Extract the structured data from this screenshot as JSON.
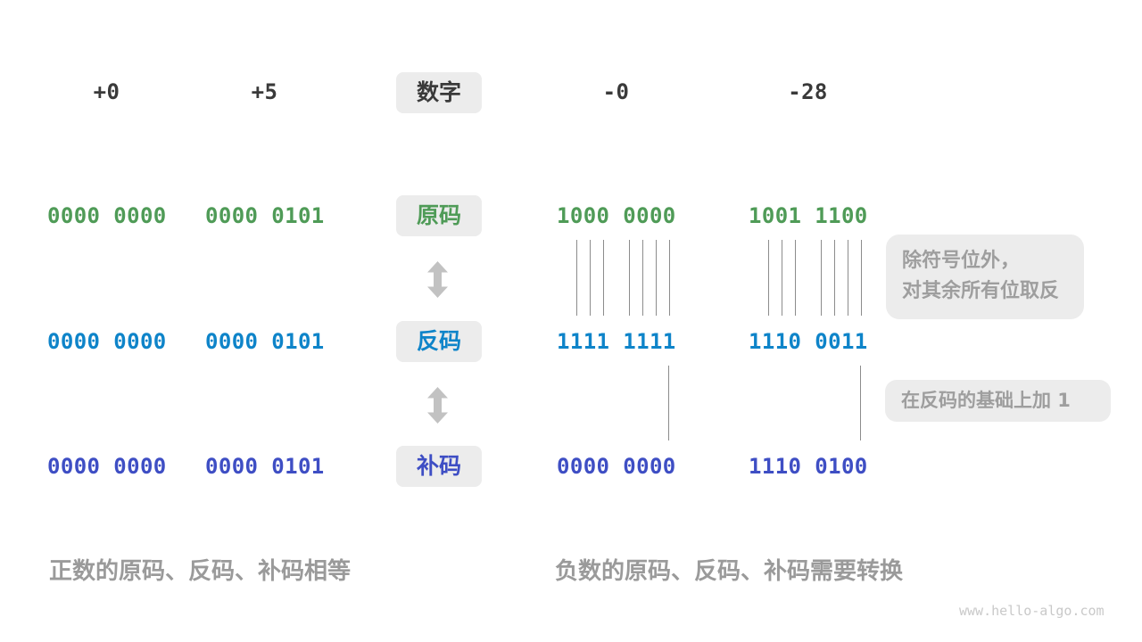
{
  "colors": {
    "sign_magnitude_green": "#4F9B57",
    "ones_complement_blue": "#0E84C9",
    "twos_complement_indigo": "#3E4EC4",
    "number_dark": "#3A3A3A",
    "note_text_gray": "#9E9E9E",
    "label_box_bg": "#ECECEC",
    "arrow_gray": "#C2C2C2",
    "bit_line_gray": "#8C8C8C",
    "watermark_gray": "#C9C9C9"
  },
  "header": {
    "numbers": [
      "+0",
      "+5",
      "-0",
      "-28"
    ],
    "label": "数字"
  },
  "rows": [
    {
      "label": "原码",
      "values": [
        "0000 0000",
        "0000 0101",
        "1000 0000",
        "1001 1100"
      ]
    },
    {
      "label": "反码",
      "values": [
        "0000 0000",
        "0000 0101",
        "1111 1111",
        "1110 0011"
      ]
    },
    {
      "label": "补码",
      "values": [
        "0000 0000",
        "0000 0101",
        "0000 0000",
        "1110 0100"
      ]
    }
  ],
  "annotations": {
    "invert_line1": "除符号位外，",
    "invert_line2": "对其余所有位取反",
    "add_one": "在反码的基础上加 1"
  },
  "captions": {
    "positive": "正数的原码、反码、补码相等",
    "negative": "负数的原码、反码、补码需要转换"
  },
  "watermark": "www.hello-algo.com"
}
